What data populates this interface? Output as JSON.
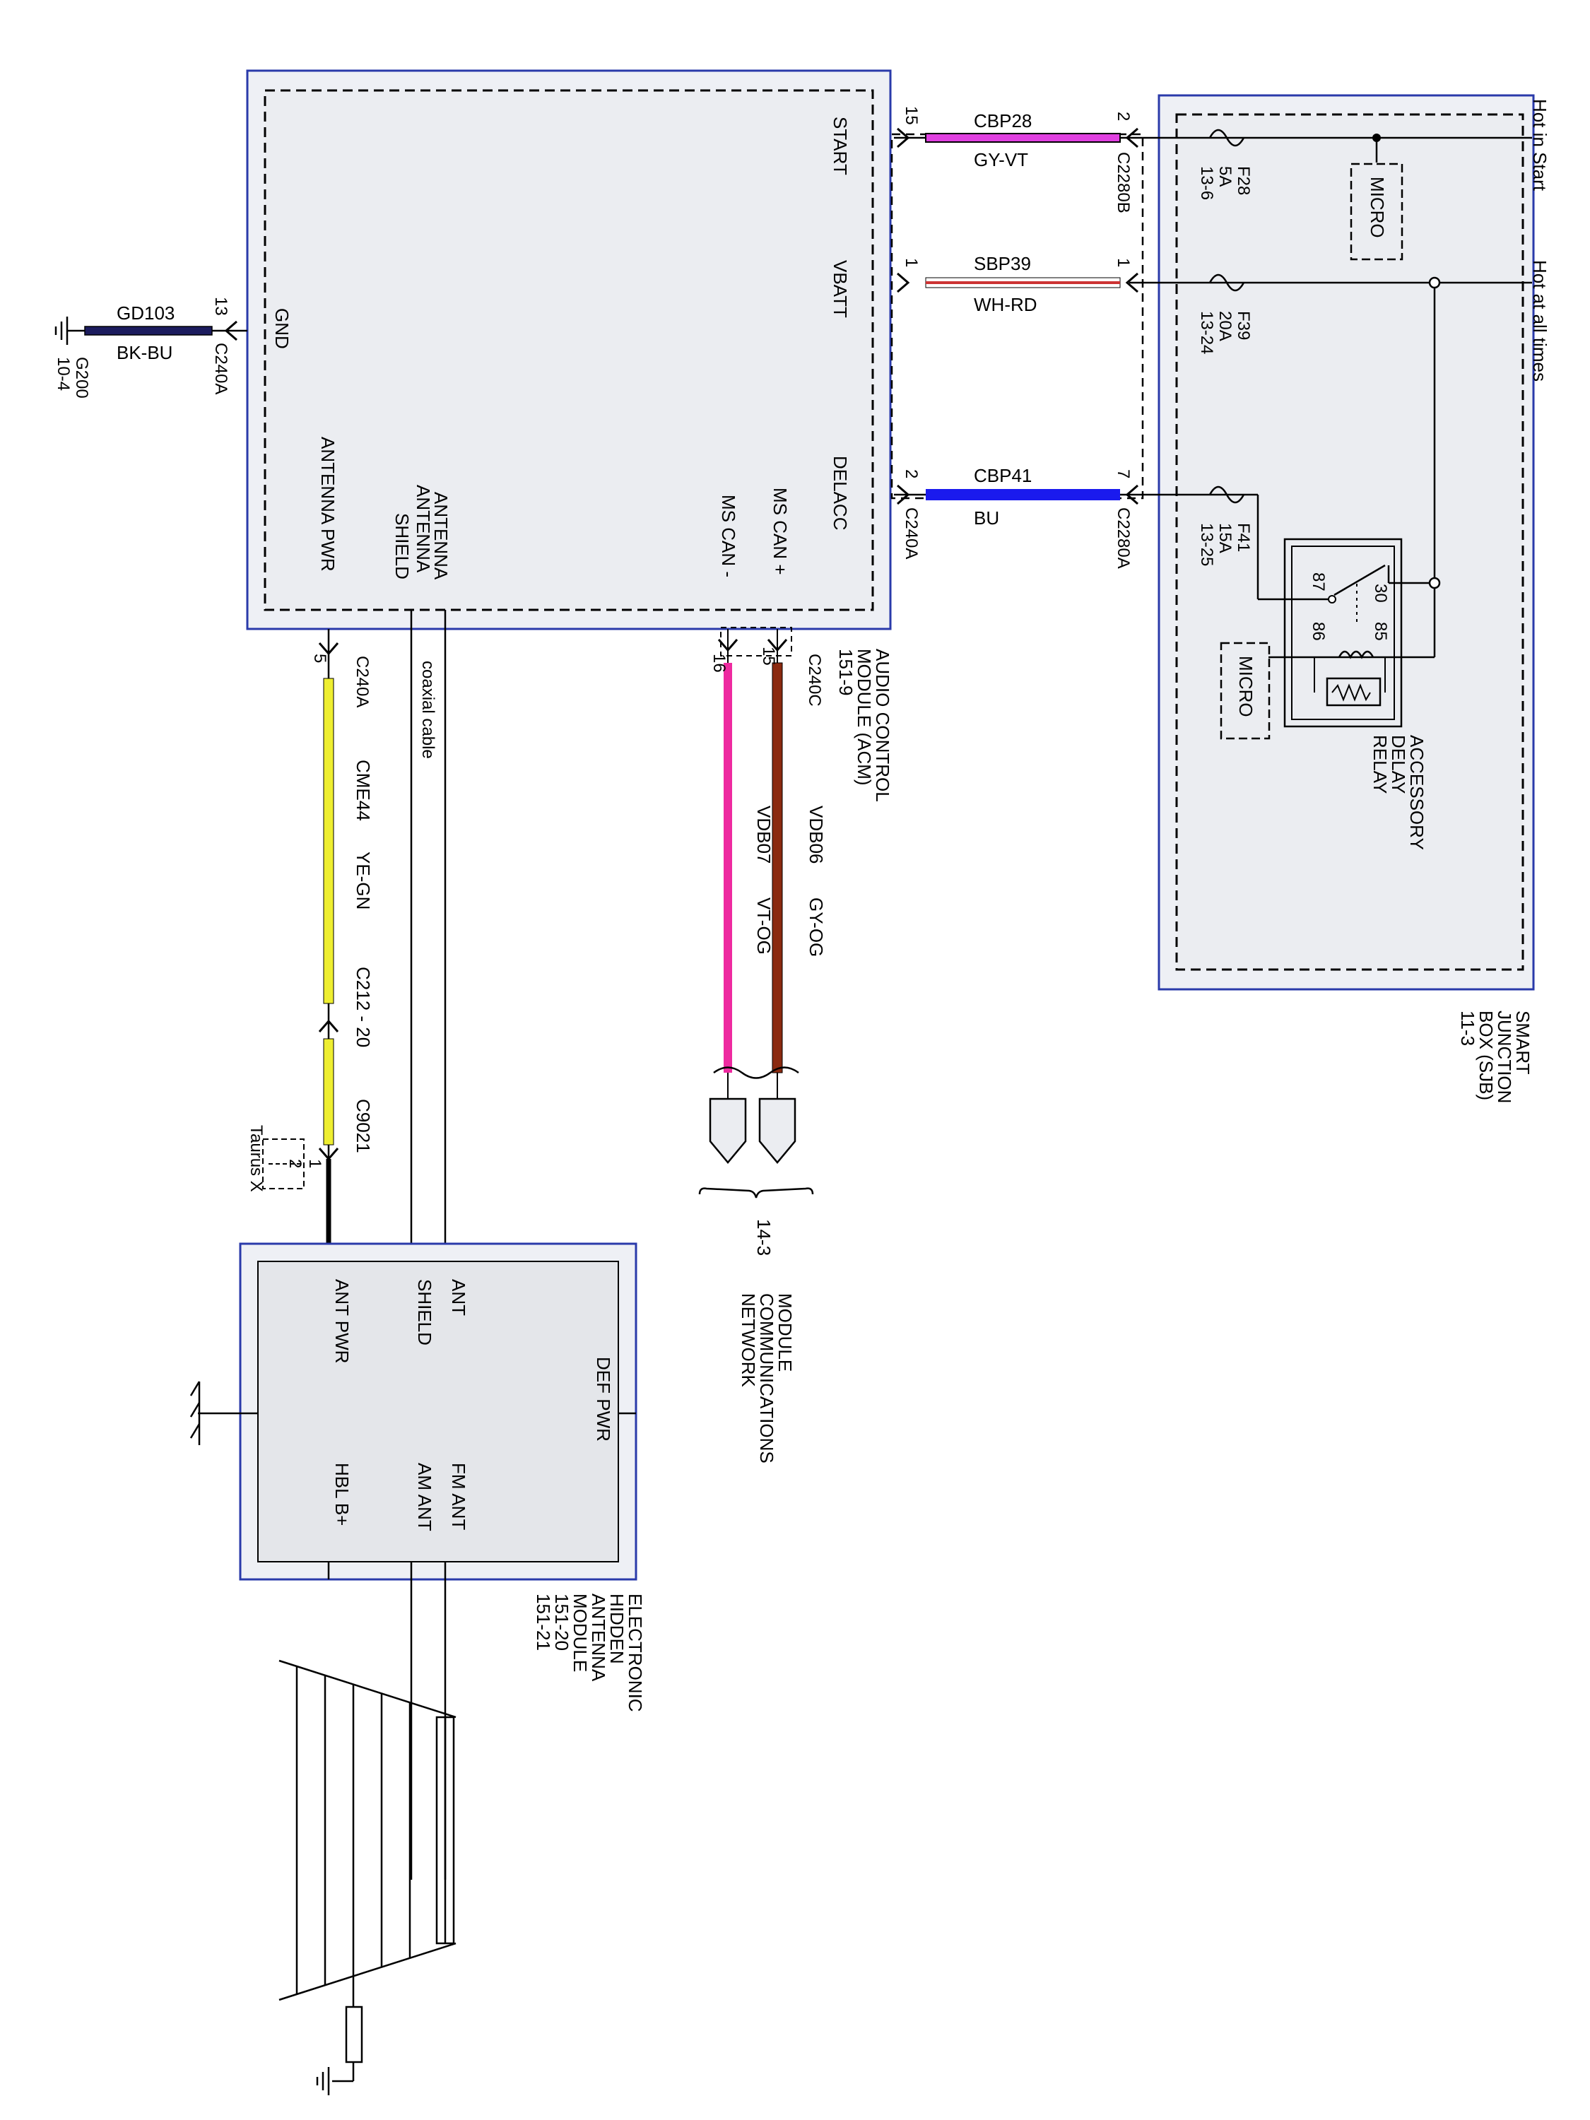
{
  "acm": {
    "pins": {
      "start": "START",
      "vbatt": "VBATT",
      "delacc": "DELACC",
      "gnd": "GND",
      "ms_can_plus": "MS CAN +",
      "ms_can_minus": "MS CAN -",
      "antenna_pwr": "ANTENNA PWR",
      "antenna_shield": "ANTENNA SHIELD",
      "antenna": "ANTENNA"
    },
    "name": "AUDIO CONTROL MODULE (ACM)",
    "name_lines": [
      "AUDIO CONTROL",
      "MODULE (ACM)",
      "151-9"
    ]
  },
  "sjb": {
    "name_lines": [
      "SMART",
      "JUNCTION",
      "BOX (SJB)",
      "11-3"
    ],
    "micro": "MICRO",
    "hot_in_start": "Hot in Start",
    "hot_at_all_times": "Hot at all times",
    "fuses": [
      {
        "name": "F28",
        "rating": "5A",
        "ref": "13-6"
      },
      {
        "name": "F39",
        "rating": "20A",
        "ref": "13-24"
      },
      {
        "name": "F41",
        "rating": "15A",
        "ref": "13-25"
      }
    ],
    "relay": {
      "name_lines": [
        "ACCESSORY",
        "DELAY",
        "RELAY"
      ],
      "pin_87": "87",
      "pin_30": "30",
      "pin_86": "86",
      "pin_85": "85"
    }
  },
  "circuits": {
    "start": {
      "circuit": "CBP28",
      "color": "GY-VT",
      "pin_acm": "15",
      "pin_sjb": "2",
      "connector": "C2280B",
      "wire_hex": "#e040e0"
    },
    "vbatt": {
      "circuit": "SBP39",
      "color": "WH-RD",
      "pin_acm": "1",
      "pin_sjb": "1",
      "wire_hex": "#cc3333"
    },
    "delacc": {
      "circuit": "CBP41",
      "color": "BU",
      "pin_acm": "2",
      "pin_sjb": "7",
      "connector_acm": "C240A",
      "connector_sjb": "C2280A",
      "wire_hex": "#1a1aee"
    },
    "gnd": {
      "circuit": "GD103",
      "color": "BK-BU",
      "pin": "13",
      "connector": "C240A",
      "ground": "G200",
      "ground_ref": "10-4",
      "wire_hex": "#1c1c5e"
    },
    "ms_can_plus": {
      "circuit": "VDB06",
      "color": "GY-OG",
      "pin": "15",
      "connector": "C240C",
      "wire_hex": "#8b2a10"
    },
    "ms_can_minus": {
      "circuit": "VDB07",
      "color": "VT-OG",
      "pin": "16",
      "wire_hex": "#ee2aa0"
    },
    "antenna_pwr": {
      "circuit": "CME44",
      "color": "YE-GN",
      "pin": "5",
      "connector": "C240A",
      "inline_connector": "C212 - 20",
      "connector2": "C9021",
      "wire_hex": "#eeee30"
    }
  },
  "coax_label": "coaxial cable",
  "taurus": {
    "pin1": "1",
    "pin2": "2",
    "label": "Taurus X"
  },
  "network": {
    "ref": "14-3",
    "name_lines": [
      "MODULE",
      "COMMUNICATIONS",
      "NETWORK"
    ]
  },
  "ehma": {
    "name_lines": [
      "ELECTRONIC",
      "HIDDEN",
      "ANTENNA",
      "MODULE",
      "151-20",
      "151-21"
    ],
    "ant": "ANT",
    "shield": "SHIELD",
    "ant_pwr": "ANT PWR",
    "def_pwr": "DEF PWR",
    "fm_ant": "FM ANT",
    "am_ant": "AM ANT",
    "hbl_b": "HBL B+"
  }
}
